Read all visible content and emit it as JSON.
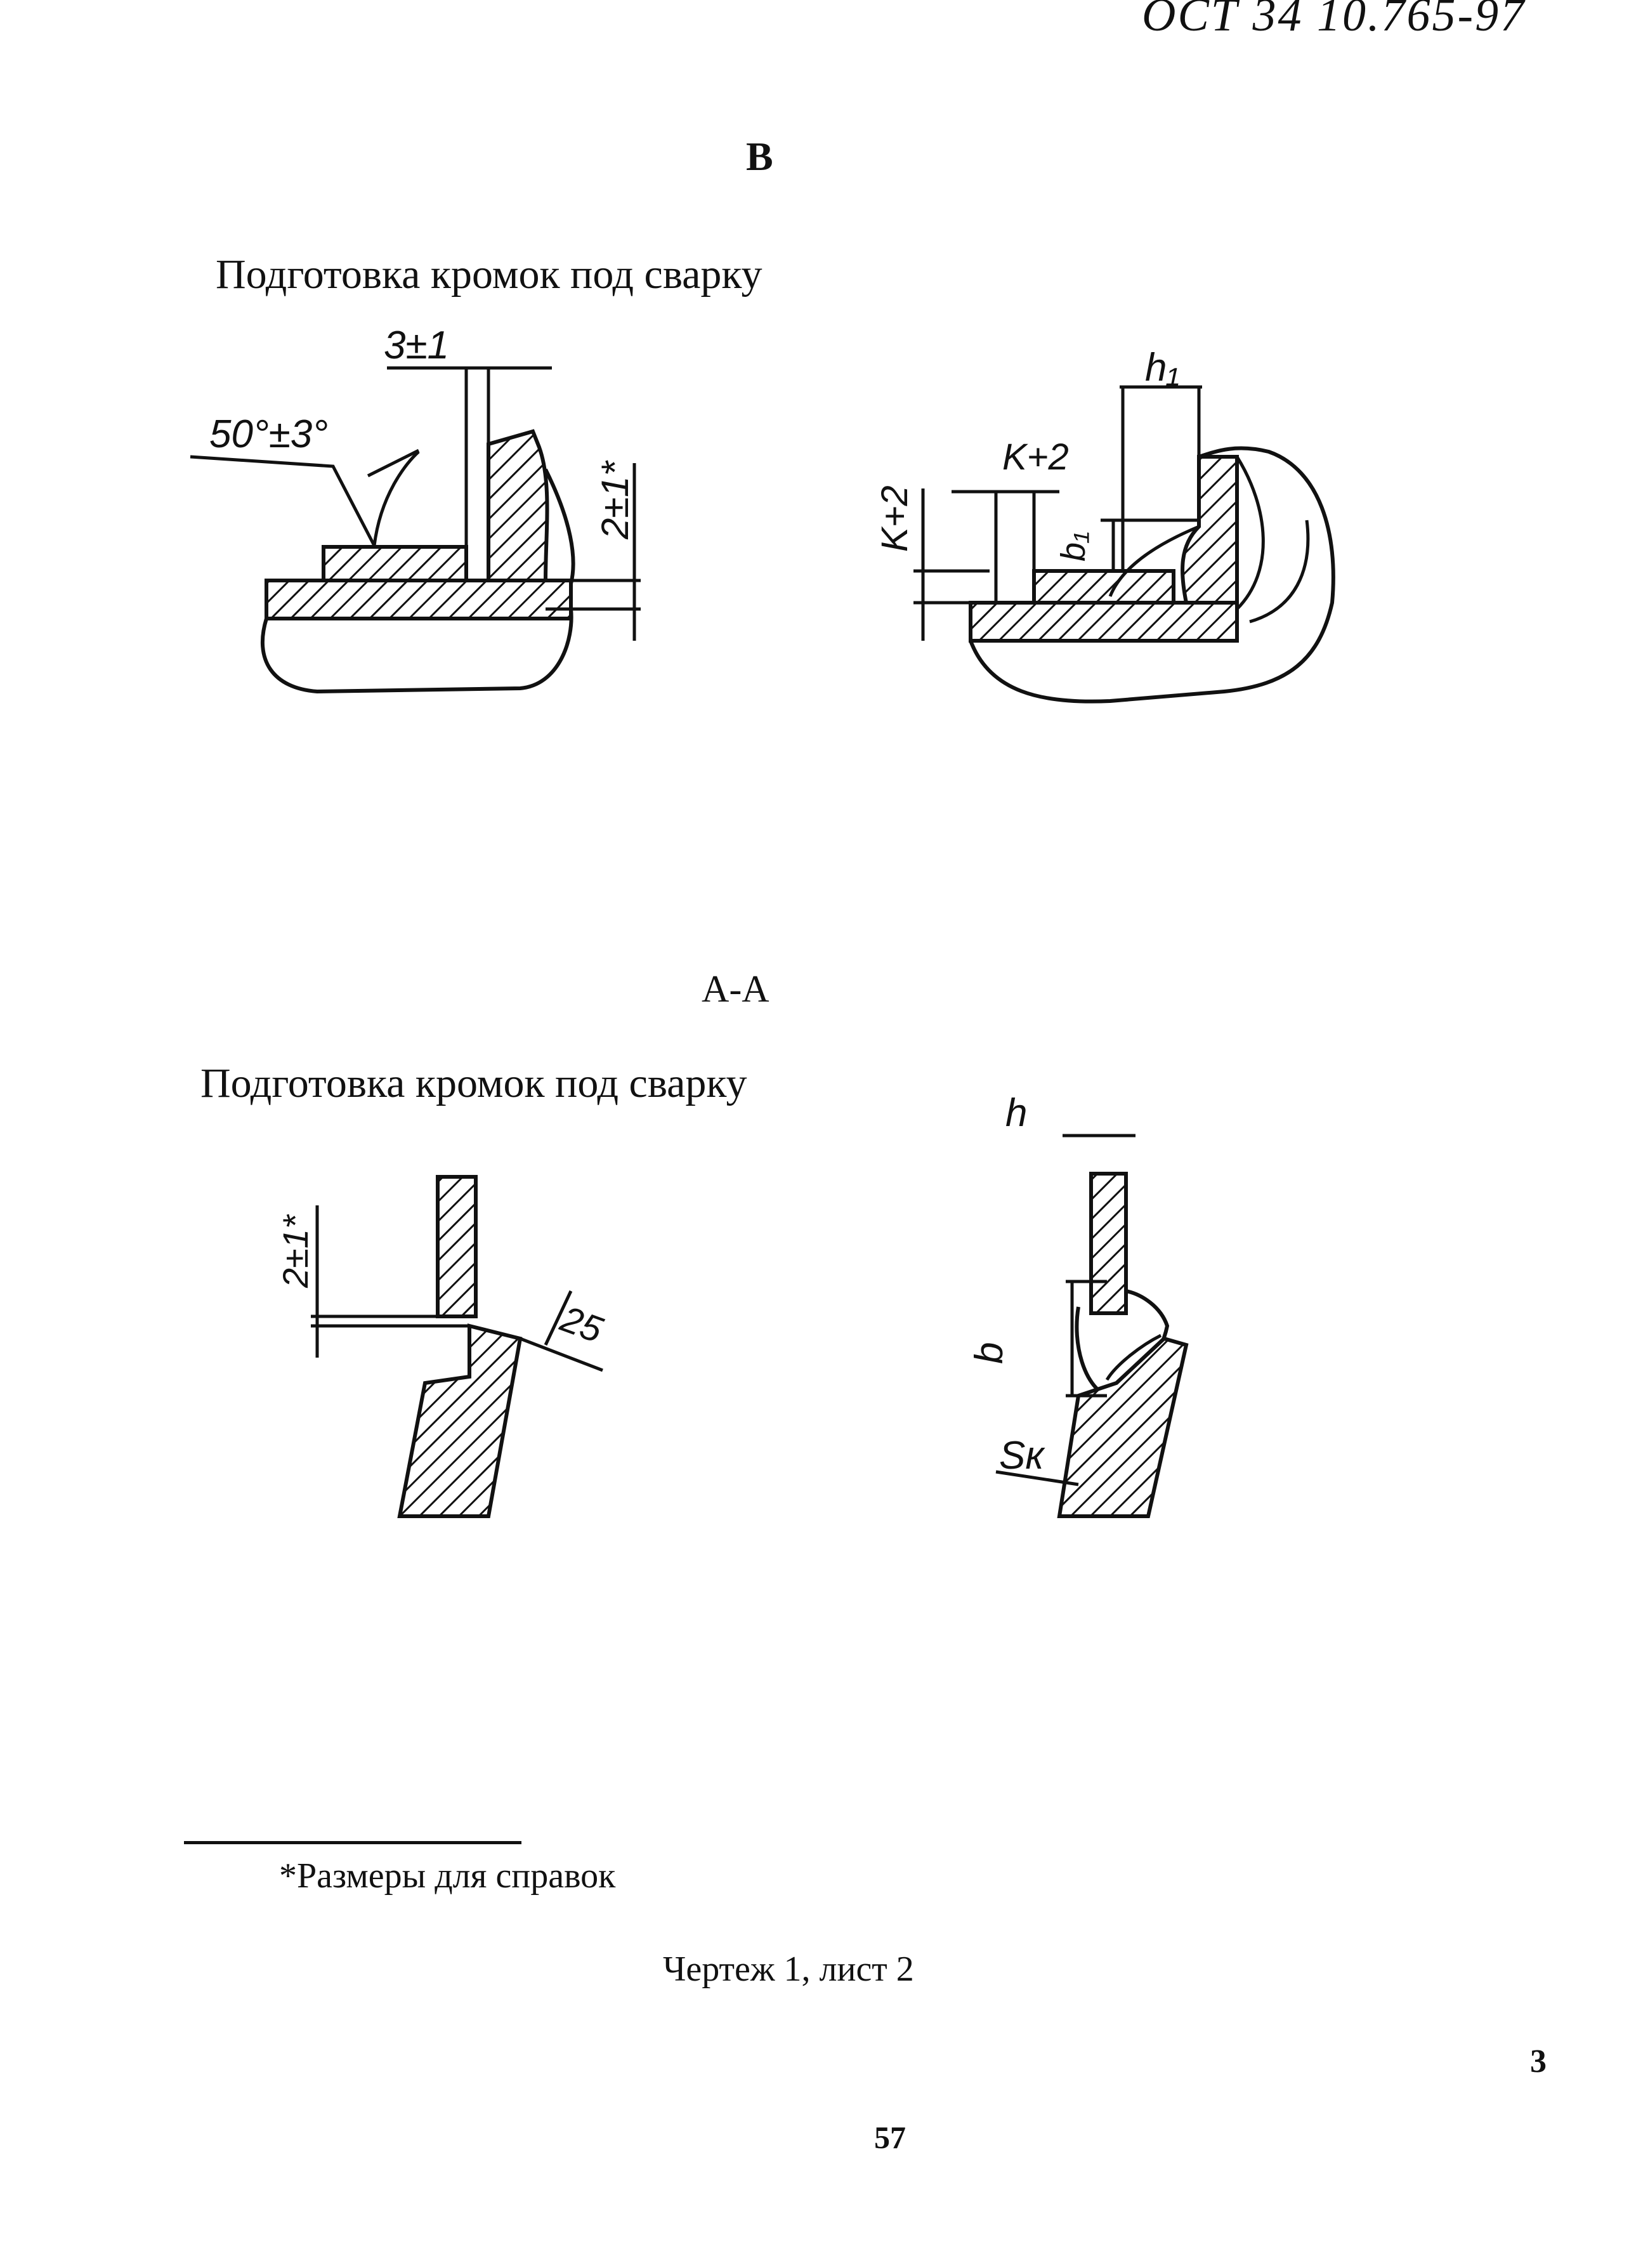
{
  "header": {
    "doc_code": "ОСТ 34 10.765-97"
  },
  "section_b": {
    "title": "В",
    "subtitle": "Подготовка кромок под сварку",
    "left_drawing": {
      "dim_gap": "3±1",
      "dim_angle": "50°±3°",
      "dim_offset": "2±1*"
    },
    "right_drawing": {
      "dim_h1": "h₁",
      "dim_k_horizontal": "K+2",
      "dim_k_vertical": "K+2",
      "dim_b1": "b₁"
    }
  },
  "section_aa": {
    "title": "А-А",
    "subtitle": "Подготовка кромок под сварку",
    "left_drawing": {
      "dim_offset": "2±1*",
      "dim_angle": "25"
    },
    "right_drawing": {
      "dim_h": "h",
      "dim_b": "b",
      "dim_sk": "Sк"
    }
  },
  "footnote": "*Размеры для справок",
  "caption": "Чертеж 1, лист 2",
  "sheet_number": "3",
  "page_number": "57"
}
